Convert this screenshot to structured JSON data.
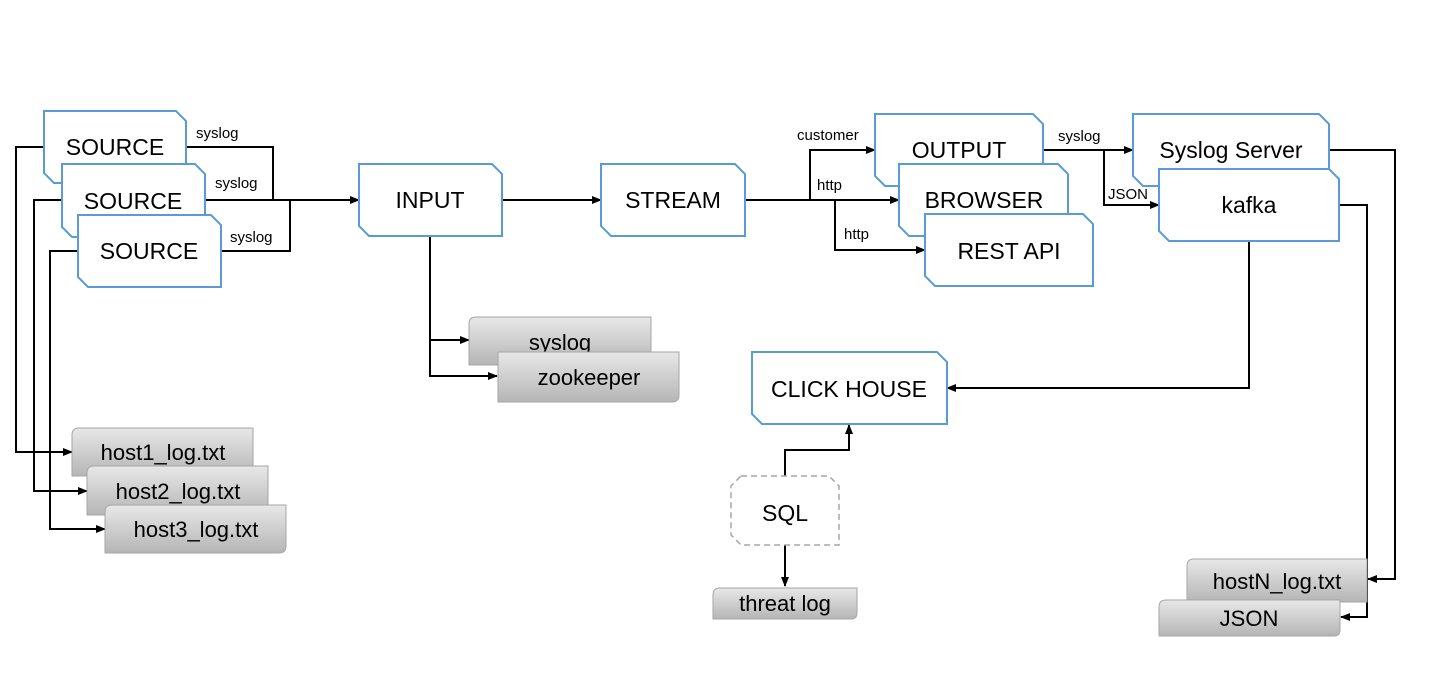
{
  "nodes": {
    "source1": "SOURCE",
    "source2": "SOURCE",
    "source3": "SOURCE",
    "input": "INPUT",
    "stream": "STREAM",
    "output": "OUTPUT",
    "browser": "BROWSER",
    "rest_api": "REST API",
    "syslog_server": "Syslog Server",
    "kafka": "kafka",
    "click_house": "CLICK HOUSE",
    "sql": "SQL"
  },
  "files": {
    "syslog": "syslog",
    "zookeeper": "zookeeper",
    "host1": "host1_log.txt",
    "host2": "host2_log.txt",
    "host3": "host3_log.txt",
    "threat_log": "threat log",
    "hostN": "hostN_log.txt",
    "json": "JSON"
  },
  "edges": {
    "source1_label": "syslog",
    "source2_label": "syslog",
    "source3_label": "syslog",
    "customer": "customer",
    "http1": "http",
    "http2": "http",
    "out_syslog": "syslog",
    "out_json": "JSON"
  },
  "colors": {
    "node_border": "#5b9bd5",
    "file_fill_top": "#e6e6e6",
    "file_fill_bottom": "#b8b8b8"
  }
}
